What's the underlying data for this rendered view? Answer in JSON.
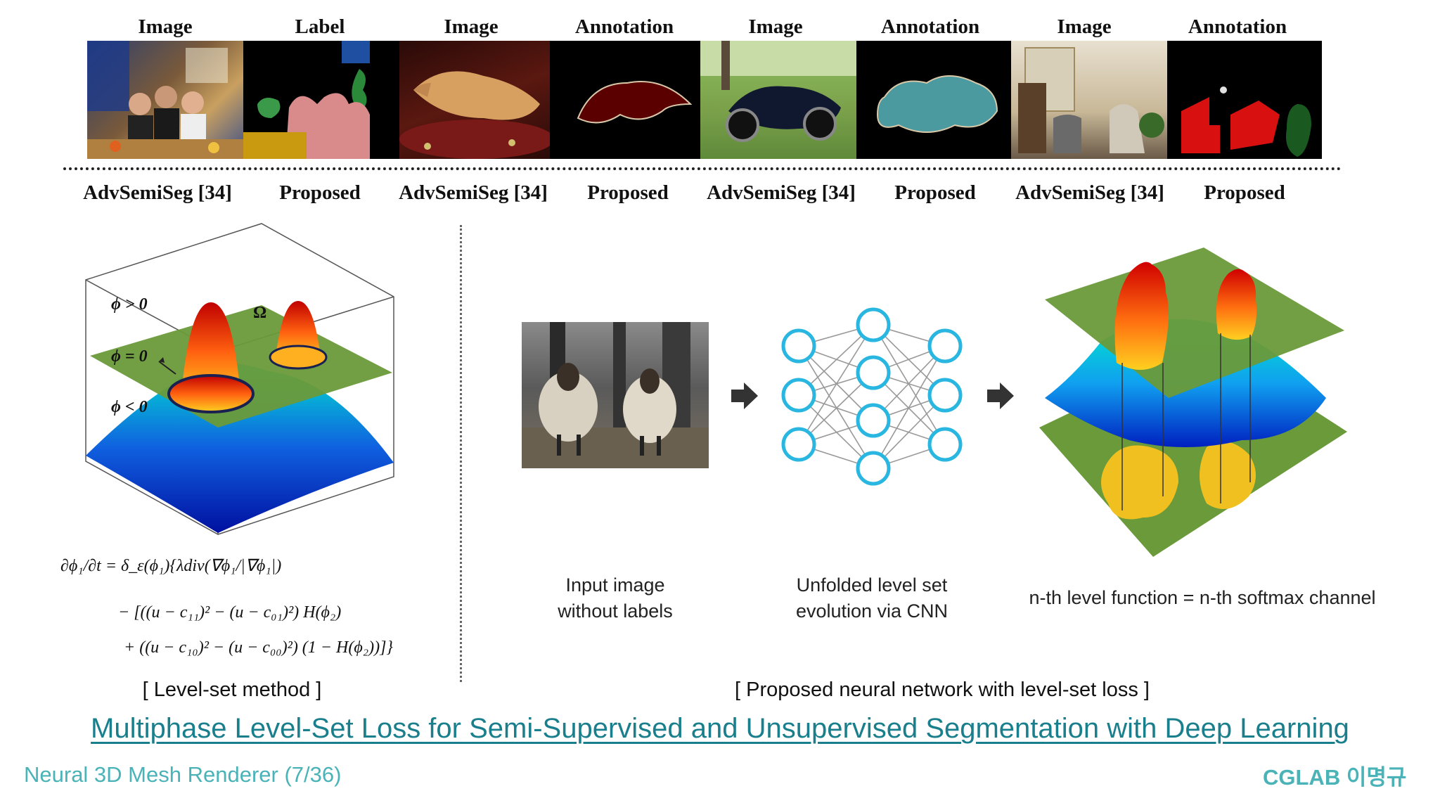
{
  "top_headers": [
    "Image",
    "Label",
    "Image",
    "Annotation",
    "Image",
    "Annotation",
    "Image",
    "Annotation"
  ],
  "bottom_labels": [
    "AdvSemiSeg [34]",
    "Proposed",
    "AdvSemiSeg [34]",
    "Proposed",
    "AdvSemiSeg [34]",
    "Proposed",
    "AdvSemiSeg [34]",
    "Proposed"
  ],
  "levelset": {
    "phi_pos": "ϕ > 0",
    "phi_zero": "ϕ = 0",
    "phi_neg": "ϕ < 0",
    "omega": "Ω"
  },
  "equation": {
    "line1": "∂ϕ₁/∂t = δ_ε(ϕ₁){λdiv(∇ϕ₁/|∇ϕ₁|)",
    "line2": "− [((u − c₁₁)² − (u − c₀₁)²) H(ϕ₂)",
    "line3": "+ ((u − c₁₀)² − (u − c₀₀)²) (1 − H(ϕ₂))]}"
  },
  "captions": {
    "input_line1": "Input image",
    "input_line2": "without labels",
    "cnn_line1": "Unfolded level set",
    "cnn_line2": "evolution via CNN",
    "nth": "n-th level function = n-th softmax channel"
  },
  "bracket_left": "[ Level-set method ]",
  "bracket_right": "[ Proposed neural network with level-set loss ]",
  "title": "Multiphase Level-Set Loss for Semi-Supervised and Unsupervised Segmentation with Deep Learning",
  "footer_left": "Neural 3D Mesh Renderer (7/36)",
  "footer_right": "CGLAB 이명규",
  "colors": {
    "accent_link": "#1a7f8c",
    "footer": "#4ab3b8",
    "plane_green": "#6a9a3a",
    "node_blue": "#29b6e0"
  }
}
